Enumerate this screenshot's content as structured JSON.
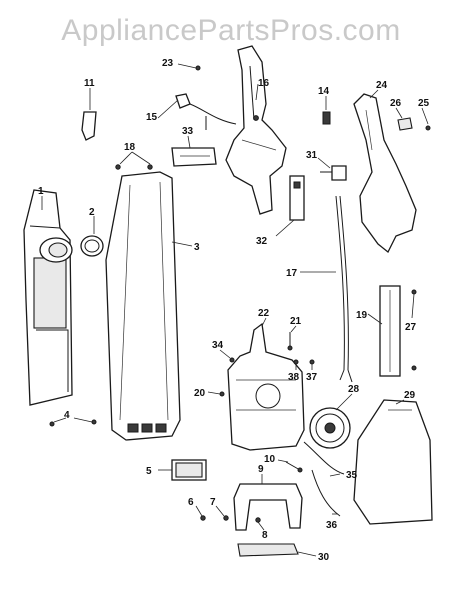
{
  "watermark": "AppliancePartsPros.com",
  "callouts": [
    {
      "id": "c1",
      "label": "1"
    },
    {
      "id": "c2",
      "label": "2"
    },
    {
      "id": "c3",
      "label": "3"
    },
    {
      "id": "c4",
      "label": "4"
    },
    {
      "id": "c5",
      "label": "5"
    },
    {
      "id": "c6",
      "label": "6"
    },
    {
      "id": "c7",
      "label": "7"
    },
    {
      "id": "c8",
      "label": "8"
    },
    {
      "id": "c9",
      "label": "9"
    },
    {
      "id": "c10",
      "label": "10"
    },
    {
      "id": "c11",
      "label": "11"
    },
    {
      "id": "c14",
      "label": "14"
    },
    {
      "id": "c15",
      "label": "15"
    },
    {
      "id": "c16",
      "label": "16"
    },
    {
      "id": "c17",
      "label": "17"
    },
    {
      "id": "c18",
      "label": "18"
    },
    {
      "id": "c19",
      "label": "19"
    },
    {
      "id": "c20",
      "label": "20"
    },
    {
      "id": "c21",
      "label": "21"
    },
    {
      "id": "c22",
      "label": "22"
    },
    {
      "id": "c23",
      "label": "23"
    },
    {
      "id": "c24",
      "label": "24"
    },
    {
      "id": "c25",
      "label": "25"
    },
    {
      "id": "c26",
      "label": "26"
    },
    {
      "id": "c27",
      "label": "27"
    },
    {
      "id": "c28",
      "label": "28"
    },
    {
      "id": "c29",
      "label": "29"
    },
    {
      "id": "c30",
      "label": "30"
    },
    {
      "id": "c31",
      "label": "31"
    },
    {
      "id": "c32",
      "label": "32"
    },
    {
      "id": "c33",
      "label": "33"
    },
    {
      "id": "c34",
      "label": "34"
    },
    {
      "id": "c35",
      "label": "35"
    },
    {
      "id": "c36",
      "label": "36"
    },
    {
      "id": "c37",
      "label": "37"
    },
    {
      "id": "c38",
      "label": "38"
    }
  ]
}
